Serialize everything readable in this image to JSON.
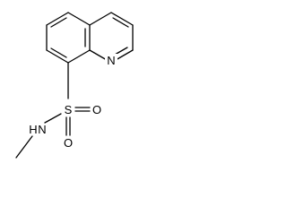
{
  "molecule": {
    "atoms": {
      "n_ring": "N",
      "s": "S",
      "o_right": "O",
      "o_bottom": "O",
      "n_amide": "N",
      "h_amide": "H"
    }
  },
  "colors": {
    "bond": "#000000",
    "label": "#000000",
    "background": "#ffffff"
  }
}
